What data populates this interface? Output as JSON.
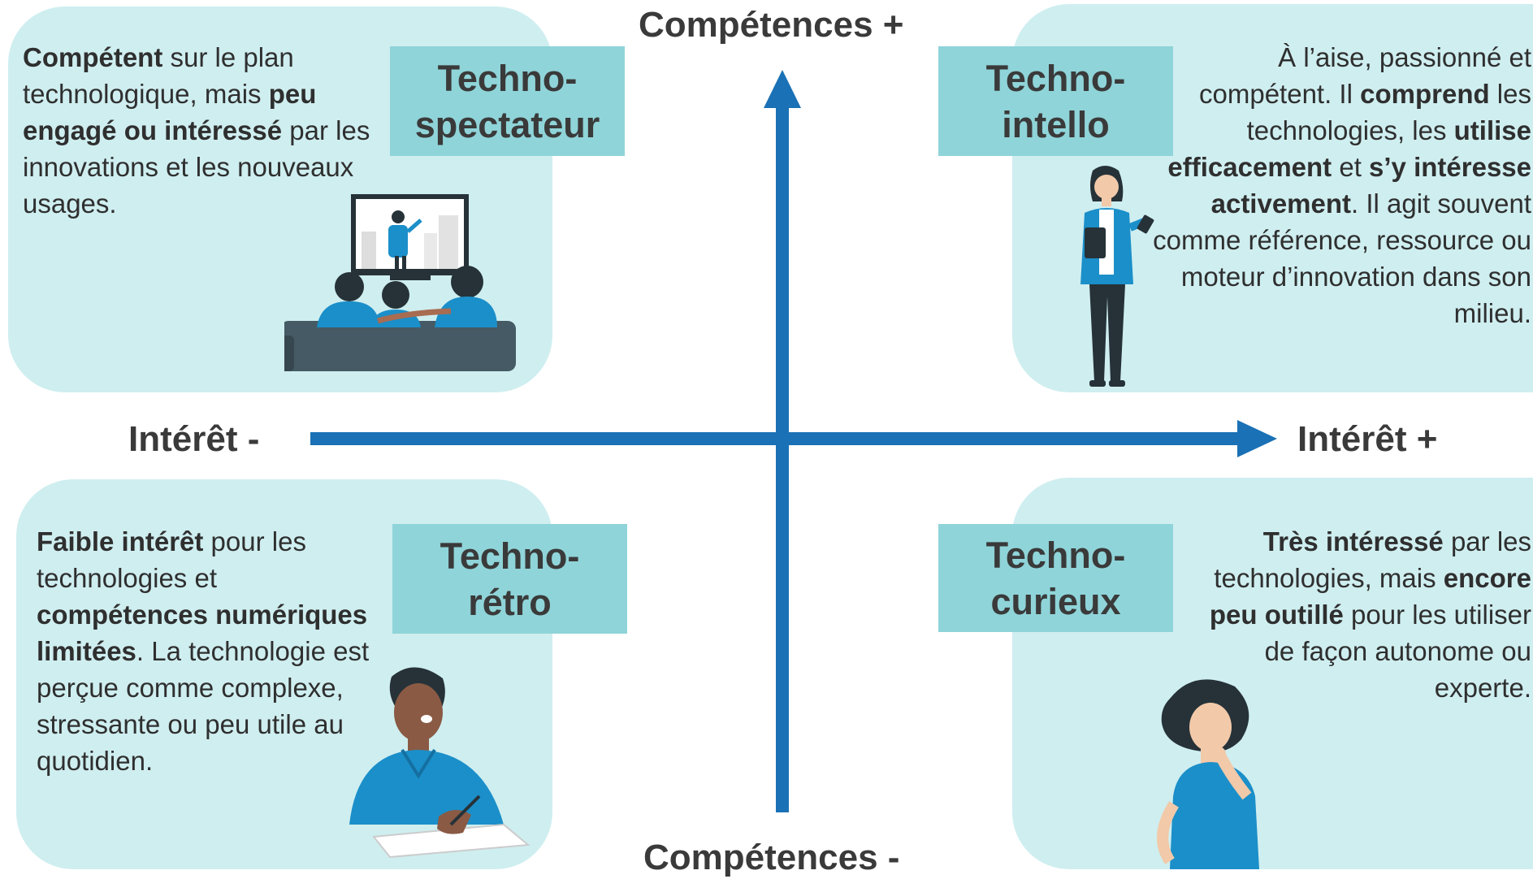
{
  "axes": {
    "competences_plus": "Compétences +",
    "competences_minus": "Compétences -",
    "interet_minus": "Intérêt -",
    "interet_plus": "Intérêt +"
  },
  "quadrants": {
    "top_left": {
      "tag_line1": "Techno-",
      "tag_line2": "spectateur",
      "desc": [
        {
          "t": "Compétent",
          "b": true
        },
        {
          "t": " sur le plan technologique, mais ",
          "b": false
        },
        {
          "t": "peu engagé ou intéressé",
          "b": true
        },
        {
          "t": " par les innovations et les nouveaux usages.",
          "b": false
        }
      ]
    },
    "top_right": {
      "tag_line1": "Techno-",
      "tag_line2": "intello",
      "desc": [
        {
          "t": "À l’aise, passionné et compétent. Il ",
          "b": false
        },
        {
          "t": "comprend",
          "b": true
        },
        {
          "t": " les technologies, les ",
          "b": false
        },
        {
          "t": "utilise efficacement",
          "b": true
        },
        {
          "t": " et ",
          "b": false
        },
        {
          "t": "s’y intéresse activement",
          "b": true
        },
        {
          "t": ". Il agit souvent comme référence, ressource ou moteur d’innovation dans son milieu.",
          "b": false
        }
      ]
    },
    "bottom_left": {
      "tag_line1": "Techno-",
      "tag_line2": "rétro",
      "desc": [
        {
          "t": "Faible intérêt",
          "b": true
        },
        {
          "t": " pour les technologies et ",
          "b": false
        },
        {
          "t": "compétences numériques limitées",
          "b": true
        },
        {
          "t": ". La technologie est perçue comme complexe, stressante ou peu utile au quotidien.",
          "b": false
        }
      ]
    },
    "bottom_right": {
      "tag_line1": "Techno-",
      "tag_line2": "curieux",
      "desc": [
        {
          "t": "Très intéressé",
          "b": true
        },
        {
          "t": " par les technologies, mais ",
          "b": false
        },
        {
          "t": "encore peu outillé",
          "b": true
        },
        {
          "t": " pour les utiliser de façon autonome ou experte.",
          "b": false
        }
      ]
    }
  },
  "colors": {
    "panel": "#cfeef0",
    "tag": "#8fd4d9",
    "axis": "#1a71b5",
    "figure_blue": "#1b8fc9"
  }
}
